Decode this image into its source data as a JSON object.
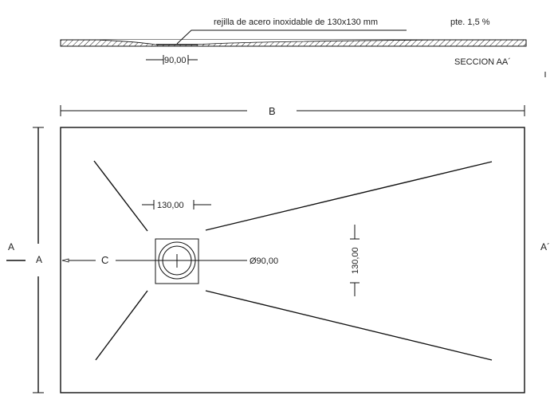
{
  "section": {
    "grate_label": "rejilla de acero inoxidable de 130x130 mm",
    "slope_label": "pte. 1,5 %",
    "title": "SECCION AA´",
    "drain_width": "90,00"
  },
  "plan": {
    "dim_b": "B",
    "dim_a": "A",
    "section_mark_left": "A",
    "section_mark_right": "A´",
    "dim_c": "C",
    "grate_width": "130,00",
    "grate_height": "130,00",
    "drain_diameter": "Ø90,00"
  }
}
